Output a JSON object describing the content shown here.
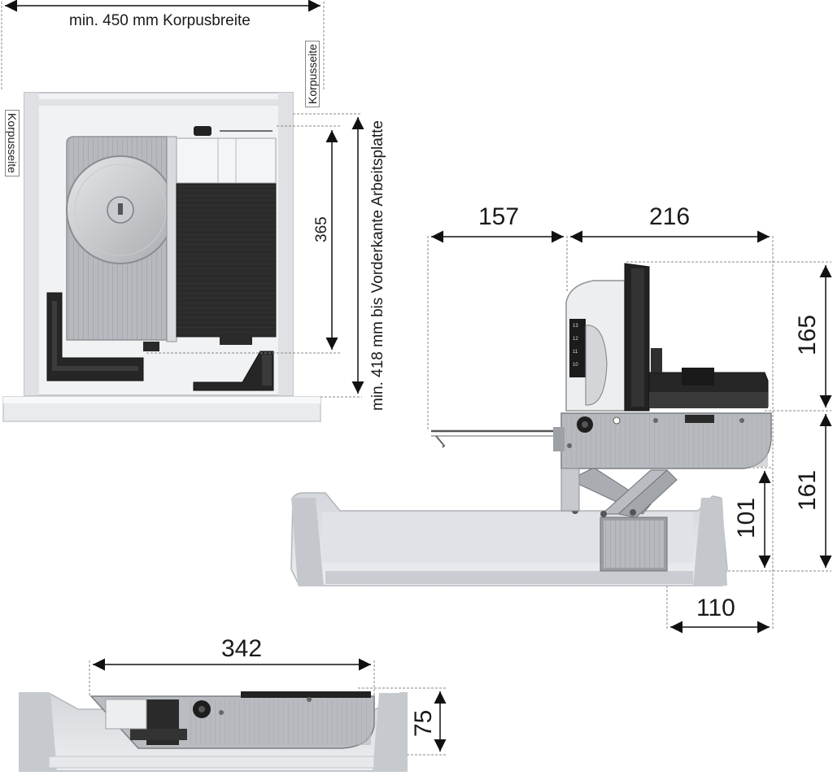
{
  "labels": {
    "cabinet_width": "min. 450 mm Korpusbreite",
    "side_left": "Korpusseite",
    "side_right": "Korpusseite",
    "front_distance": "min. 418 mm bis Vorderkante Arbeitsplatte",
    "dim_365": "365",
    "dim_157": "157",
    "dim_216": "216",
    "dim_165": "165",
    "dim_161": "161",
    "dim_101": "101",
    "dim_110": "110",
    "dim_342": "342",
    "dim_75": "75"
  },
  "scale_marks": [
    "13",
    "12",
    "11",
    "10"
  ],
  "colors": {
    "metal": "#b9bcc0",
    "dark": "#2a2a2a",
    "drawer": "#e4e6e9",
    "line": "#111111"
  }
}
